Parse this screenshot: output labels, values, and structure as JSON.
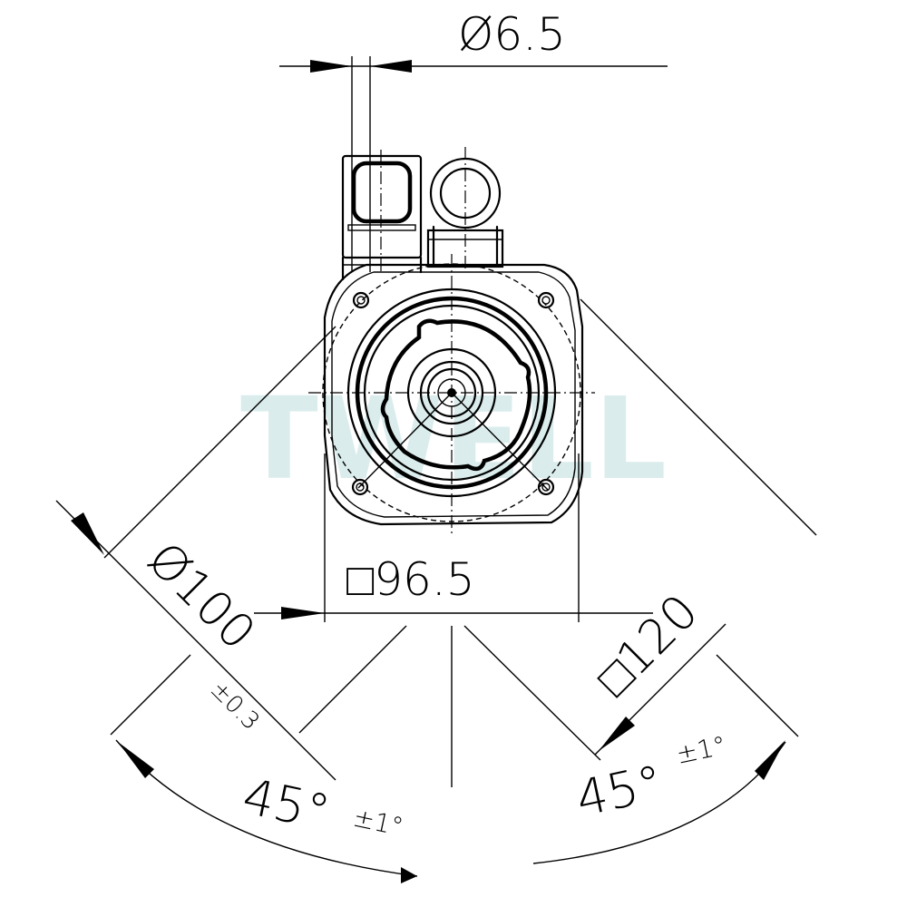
{
  "watermark": "TWELL",
  "dimensions": {
    "pin_diameter": "Ø6.5",
    "pilot_diameter": "Ø100",
    "pilot_tolerance": "±0.3",
    "inner_square": "□96.5",
    "flange_square": "□120",
    "angle_left": "45°",
    "angle_left_tolerance": "±1°",
    "angle_right": "45°",
    "angle_right_tolerance": "±1°"
  }
}
